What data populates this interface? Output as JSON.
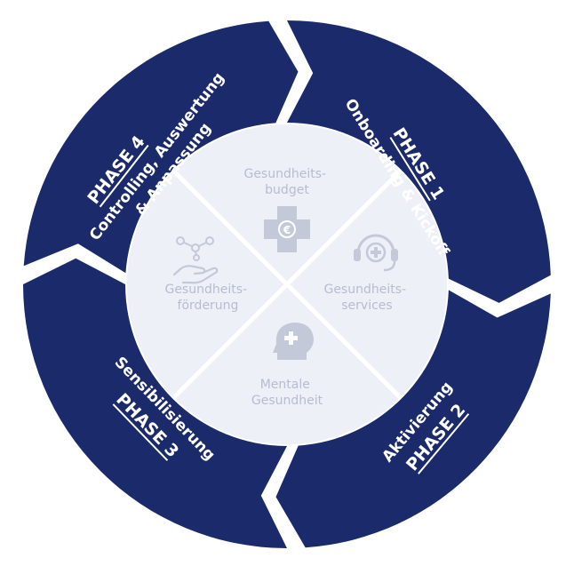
{
  "colors": {
    "ring": "#1b2a6b",
    "ring_text": "#ffffff",
    "inner_bg": "#edf0f7",
    "inner_lines": "#ffffff",
    "inner_text": "#b6bdd0",
    "inner_icon": "#c3c9d9"
  },
  "phases": [
    {
      "label": "PHASE 1",
      "lines": [
        "Onboarding & Kickoff"
      ]
    },
    {
      "label": "PHASE 2",
      "lines": [
        "Aktivierung"
      ]
    },
    {
      "label": "PHASE 3",
      "lines": [
        "Sensibilisierung"
      ]
    },
    {
      "label": "PHASE 4",
      "lines": [
        "Controlling, Auswertung",
        "& Anpassung"
      ]
    }
  ],
  "center": [
    {
      "lines": [
        "Gesundheits-",
        "budget"
      ],
      "icon": "medical-cross-euro-icon"
    },
    {
      "lines": [
        "Gesundheits-",
        "services"
      ],
      "icon": "headset-medical-icon"
    },
    {
      "lines": [
        "Mentale",
        "Gesundheit"
      ],
      "icon": "head-mental-health-icon"
    },
    {
      "lines": [
        "Gesundheits-",
        "förderung"
      ],
      "icon": "hand-molecule-icon"
    }
  ]
}
